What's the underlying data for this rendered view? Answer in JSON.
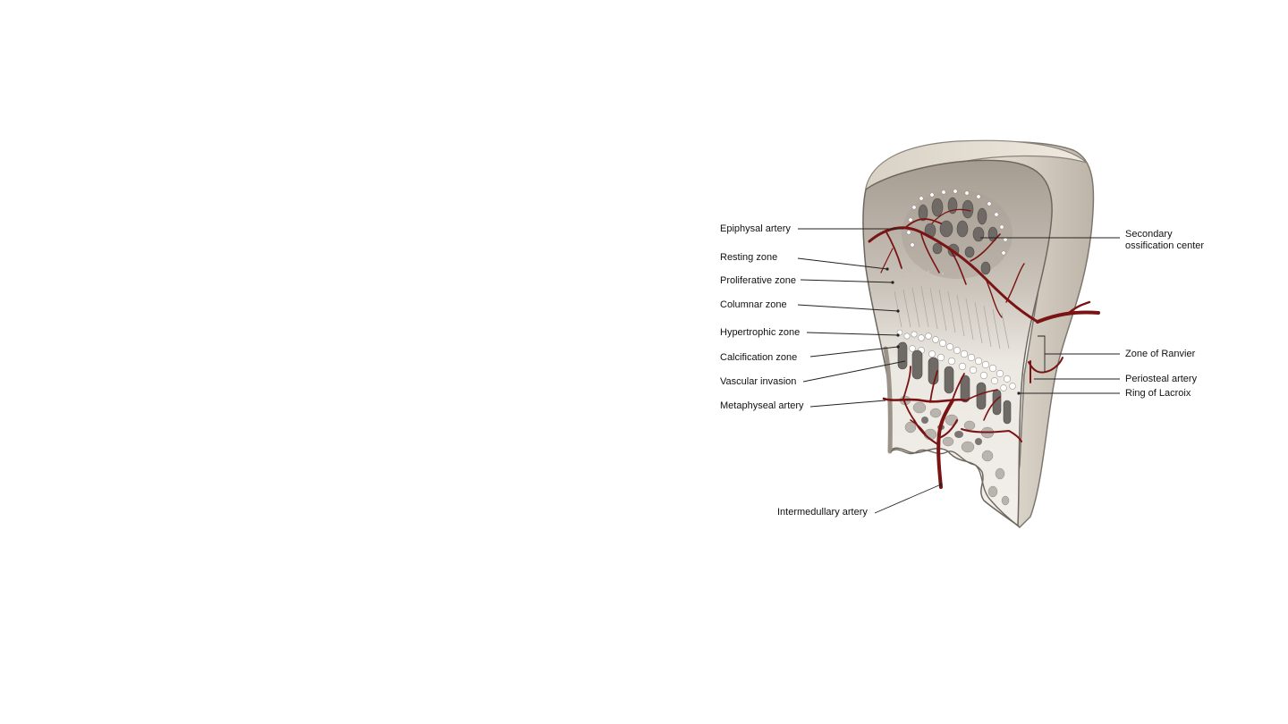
{
  "diagram": {
    "labels": {
      "epiphysal_artery": "Epiphysal artery",
      "resting_zone": "Resting zone",
      "proliferative_zone": "Proliferative zone",
      "columnar_zone": "Columnar zone",
      "hypertrophic_zone": "Hypertrophic zone",
      "calcification_zone": "Calcification zone",
      "vascular_invasion": "Vascular invasion",
      "metaphyseal_artery": "Metaphyseal artery",
      "intermedullary_artery": "Intermedullary artery",
      "secondary_ossification_line1": "Secondary",
      "secondary_ossification_line2": "ossification center",
      "zone_of_ranvier": "Zone of Ranvier",
      "periosteal_artery": "Periosteal artery",
      "ring_of_lacroix": "Ring of Lacroix"
    },
    "colors": {
      "bone_outer": "#d6cfc3",
      "bone_shadow": "#a79e92",
      "cut_face": "#f1eee9",
      "artery": "#7a1414",
      "pore": "#6f6a66",
      "pore_light": "#b9b4ae",
      "cartilage": "#c8c3bd"
    }
  }
}
